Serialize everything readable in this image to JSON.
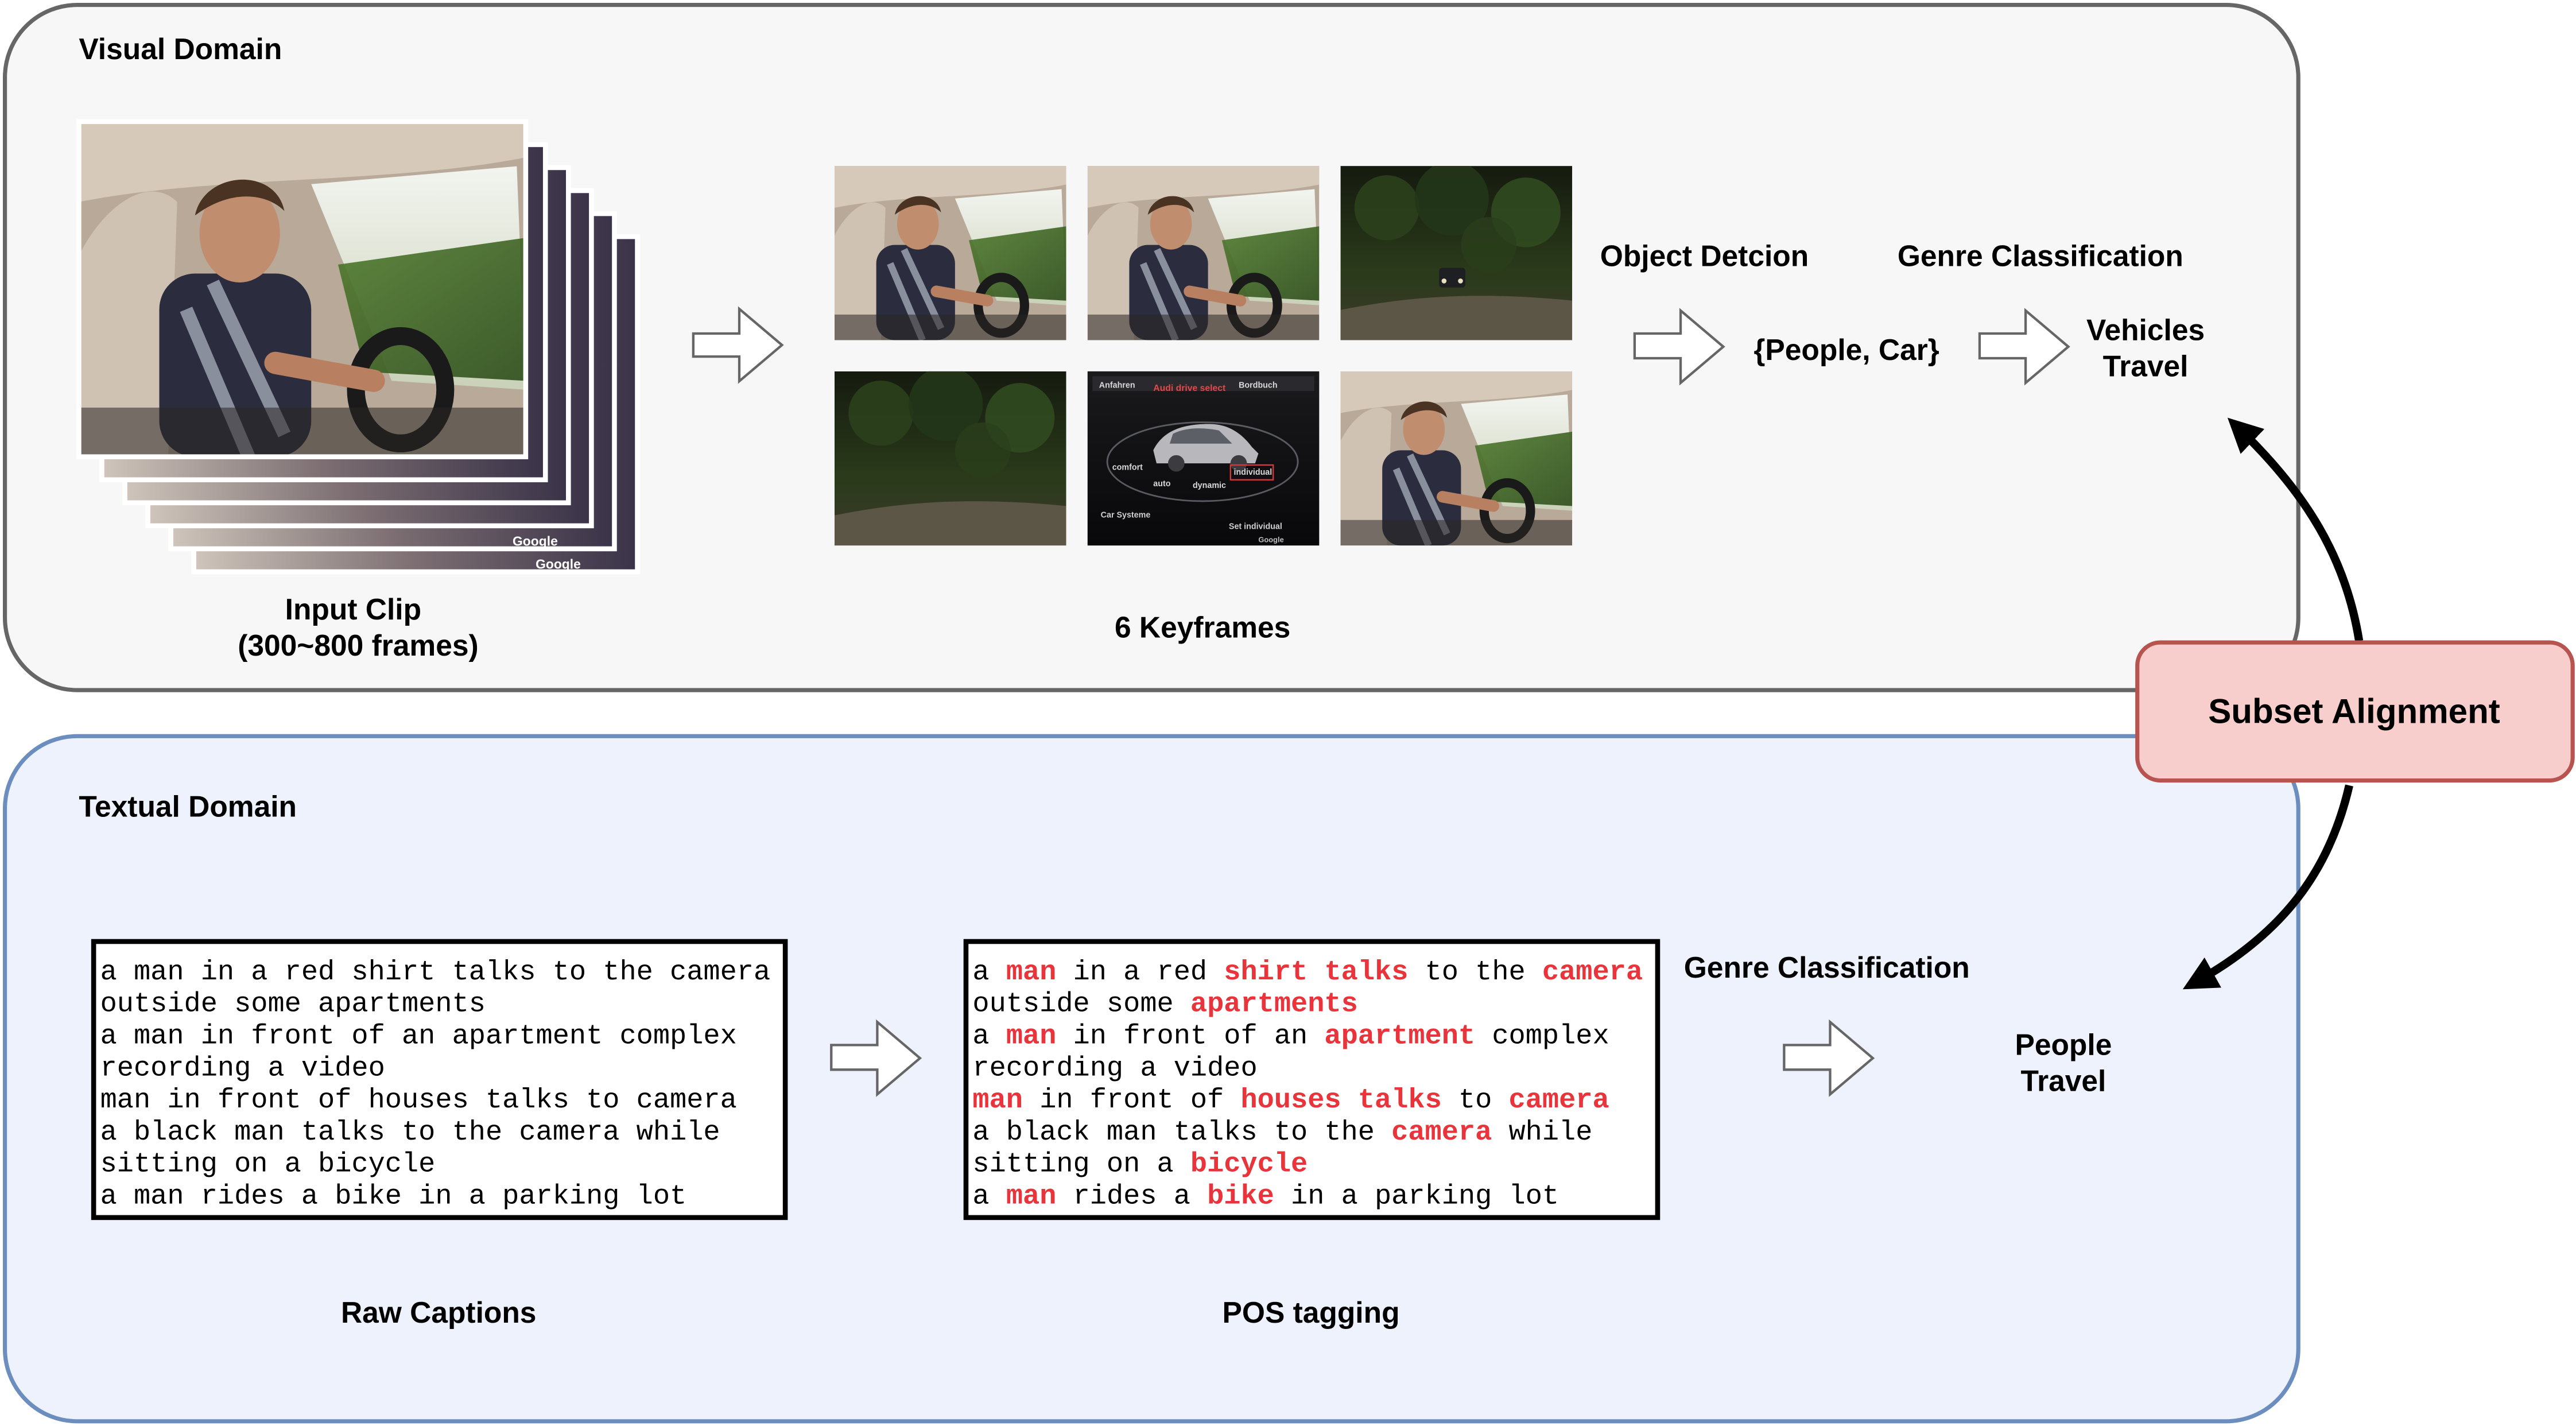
{
  "colors": {
    "visual_fill": "#f7f7f7",
    "visual_stroke": "#666666",
    "textual_fill": "#edf2fc",
    "textual_stroke": "#6c8ebf",
    "align_fill": "#f8cecc",
    "align_stroke": "#b85450",
    "highlight": "#e8343a"
  },
  "visual": {
    "title": "Visual Domain",
    "input_label_1": "Input Clip",
    "input_label_2": "(300~800 frames)",
    "keyframes_label": "6 Keyframes",
    "object_heading": "Object Detcion",
    "genre_heading": "Genre Classification",
    "objects": "{People, Car}",
    "genre_1": "Vehicles",
    "genre_2": "Travel",
    "thumb_watermark": "Google",
    "screen": {
      "menu_left": "Anfahren",
      "menu_mid": "Audi drive select",
      "menu_right": "Bordbuch",
      "mode_comfort": "comfort",
      "mode_auto": "auto",
      "mode_dynamic": "dynamic",
      "mode_individual": "individual",
      "footer_left": "Car Systeme",
      "footer_right": "Set individual"
    }
  },
  "textual": {
    "title": "Textual Domain",
    "raw_label": "Raw Captions",
    "pos_label": "POS tagging",
    "genre_heading": "Genre Classification",
    "genre_1": "People",
    "genre_2": "Travel",
    "raw_lines": [
      "a man in a red shirt talks to the camera",
      "outside some apartments",
      "a man in front of an apartment complex",
      "recording a video",
      "man in front of houses talks to camera",
      "a black man talks to the camera while",
      "sitting on a bicycle",
      "a man rides a bike in a parking lot"
    ],
    "pos_lines": [
      [
        [
          "a ",
          false
        ],
        [
          "man",
          true
        ],
        [
          " in a red ",
          false
        ],
        [
          "shirt",
          true
        ],
        [
          " ",
          false
        ],
        [
          "talks",
          true
        ],
        [
          " to the ",
          false
        ],
        [
          "camera",
          true
        ]
      ],
      [
        [
          "outside some ",
          false
        ],
        [
          "apartments",
          true
        ]
      ],
      [
        [
          "a ",
          false
        ],
        [
          "man",
          true
        ],
        [
          " in front of an ",
          false
        ],
        [
          "apartment",
          true
        ],
        [
          " complex",
          false
        ]
      ],
      [
        [
          "recording a video",
          false
        ]
      ],
      [
        [
          "man",
          true
        ],
        [
          " in front of ",
          false
        ],
        [
          "houses",
          true
        ],
        [
          " ",
          false
        ],
        [
          "talks",
          true
        ],
        [
          " to ",
          false
        ],
        [
          "camera",
          true
        ]
      ],
      [
        [
          "a black man talks to the ",
          false
        ],
        [
          "camera",
          true
        ],
        [
          " while",
          false
        ]
      ],
      [
        [
          "sitting on a ",
          false
        ],
        [
          "bicycle",
          true
        ]
      ],
      [
        [
          "a ",
          false
        ],
        [
          "man",
          true
        ],
        [
          " rides a ",
          false
        ],
        [
          "bike",
          true
        ],
        [
          " in a parking lot",
          false
        ]
      ]
    ]
  },
  "alignment": {
    "label": "Subset Alignment"
  }
}
